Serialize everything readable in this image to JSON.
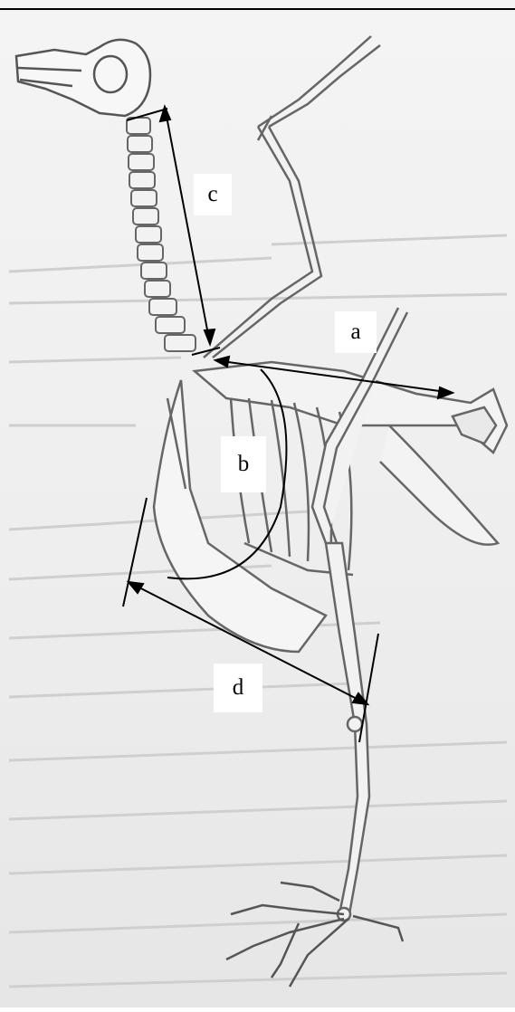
{
  "labels": {
    "a": "a",
    "b": "b",
    "c": "c",
    "d": "d"
  },
  "colors": {
    "ink": "#000000",
    "bone": "#6a6a6a",
    "page": "#eeeeee",
    "ghost_text": "#c9c9c9"
  },
  "figure": {
    "subject": "bird-skeleton"
  }
}
